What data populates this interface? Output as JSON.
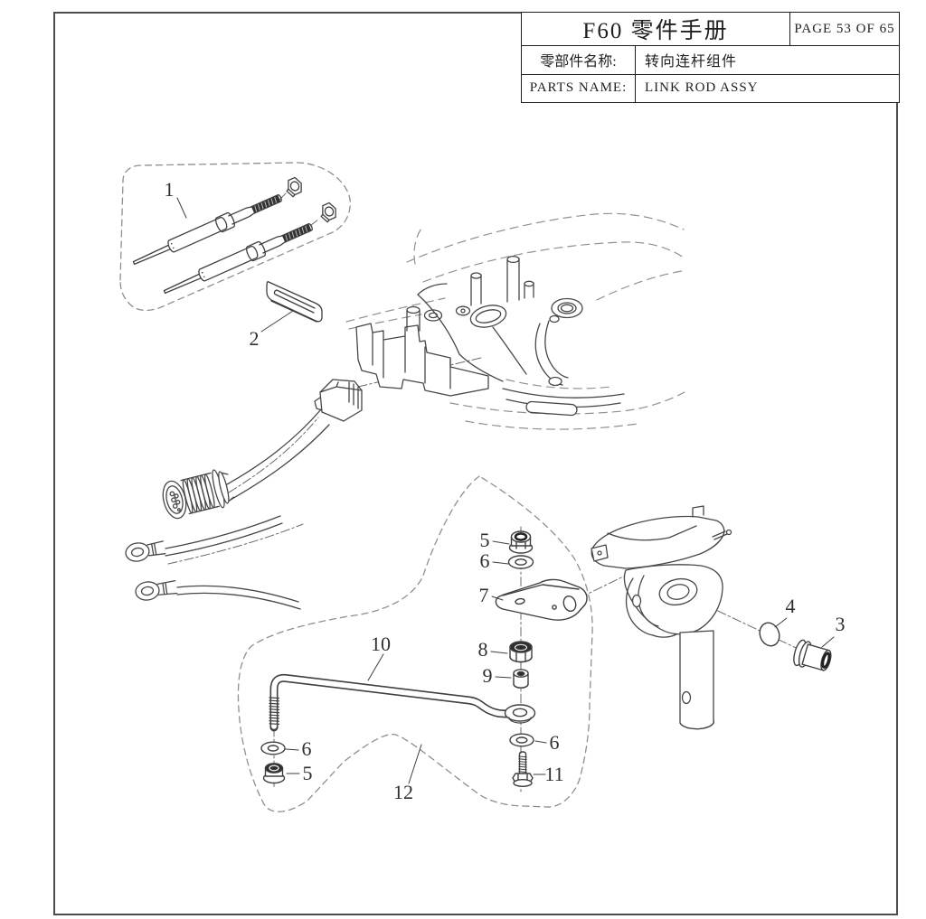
{
  "title_block": {
    "manual_title": "F60 零件手册",
    "page_label": "PAGE 53 OF 65",
    "part_name_label_cn": "零部件名称:",
    "part_name_value_cn": "转向连杆组件",
    "part_name_label_en": "PARTS NAME:",
    "part_name_value_en": "LINK ROD ASSY"
  },
  "diagram": {
    "callouts": [
      {
        "id": "c1",
        "label": "1"
      },
      {
        "id": "c2",
        "label": "2"
      },
      {
        "id": "c5a",
        "label": "5"
      },
      {
        "id": "c6a",
        "label": "6"
      },
      {
        "id": "c7",
        "label": "7"
      },
      {
        "id": "c8",
        "label": "8"
      },
      {
        "id": "c9",
        "label": "9"
      },
      {
        "id": "c10",
        "label": "10"
      },
      {
        "id": "c6b",
        "label": "6"
      },
      {
        "id": "c5b",
        "label": "5"
      },
      {
        "id": "c12",
        "label": "12"
      },
      {
        "id": "c6c",
        "label": "6"
      },
      {
        "id": "c11",
        "label": "11"
      },
      {
        "id": "c4",
        "label": "4"
      },
      {
        "id": "c3",
        "label": "3"
      }
    ]
  },
  "colors": {
    "line": "#3f3f3f",
    "dashed": "#909090",
    "centerline": "#6a6a6a",
    "frame": "#4d4d4d"
  }
}
